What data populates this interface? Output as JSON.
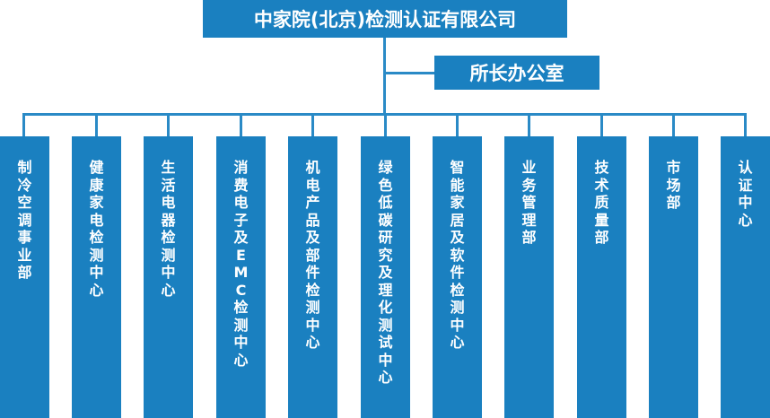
{
  "organization": {
    "root": "中家院(北京)检测认证有限公司",
    "office": "所长办公室",
    "departments": [
      "制冷空调事业部",
      "健康家电检测中心",
      "生活电器检测中心",
      "消费电子及EMC检测中心",
      "机电产品及部件检测中心",
      "绿色低碳研究及理化测试中心",
      "智能家居及软件检测中心",
      "业务管理部",
      "技术质量部",
      "市场部",
      "认证中心"
    ]
  },
  "colors": {
    "box_fill": "#1a80c0",
    "connector": "#2a8ac6",
    "text": "#ffffff",
    "background": "#ffffff"
  }
}
